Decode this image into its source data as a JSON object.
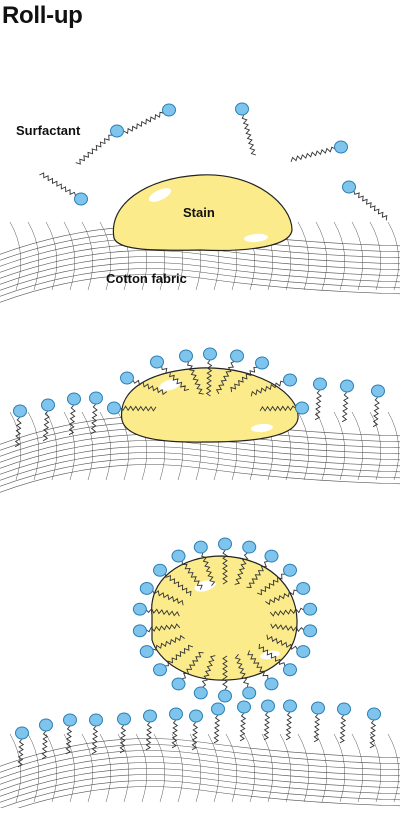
{
  "title": "Roll-up",
  "labels": {
    "surfactant": "Surfactant",
    "stain": "Stain",
    "fabric": "Cotton fabric"
  },
  "colors": {
    "stain_fill": "#fbeb8b",
    "stain_stroke": "#222222",
    "head_fill": "#7ec4ec",
    "head_stroke": "#2a7fb4",
    "fabric": "#555555"
  },
  "stages": [
    {
      "name": "surfactant-approaching-stain",
      "order": 1
    },
    {
      "name": "surfactant-surrounding-stain",
      "order": 2
    },
    {
      "name": "stain-rolled-up-and-lifted",
      "order": 3
    }
  ]
}
